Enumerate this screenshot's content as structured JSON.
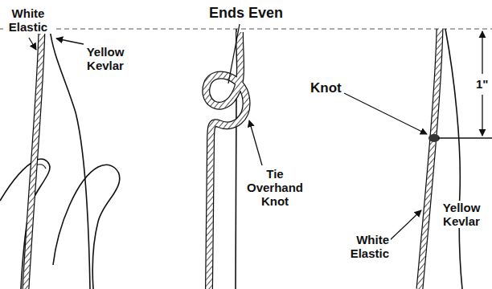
{
  "diagram": {
    "labels": [
      "White Elastic",
      "Ends Even",
      "Yellow Kevlar",
      "Knot",
      "1\"",
      "Tie Overhand Knot",
      "White Elastic",
      "Yellow Kevlar"
    ]
  }
}
